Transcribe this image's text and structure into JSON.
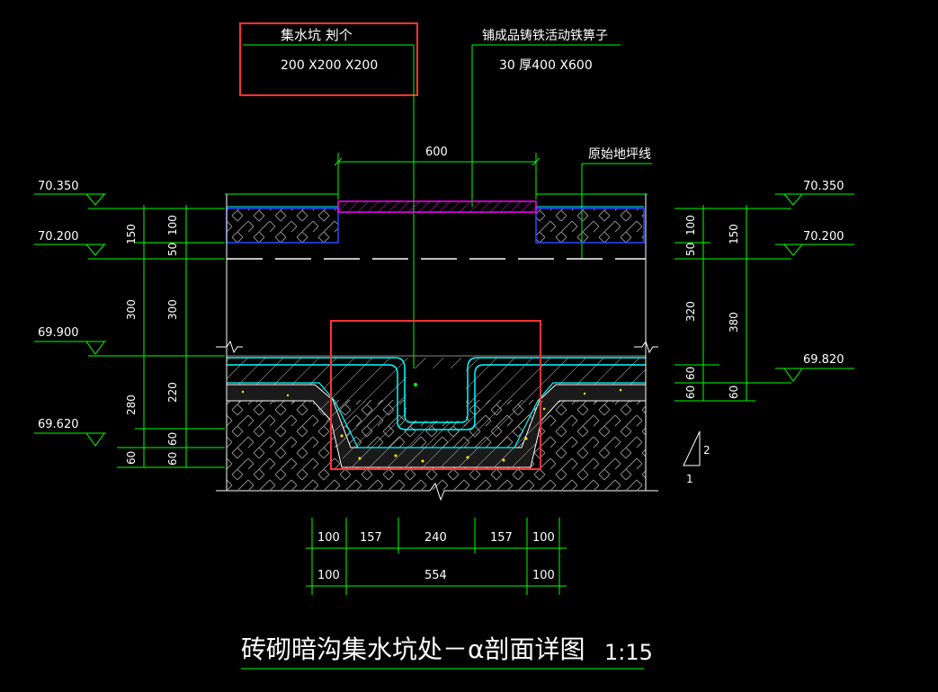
{
  "title": {
    "main": "砖砌暗沟集水坑处－α剖面详图",
    "scale": "1:15"
  },
  "notes": {
    "sump_label": "集水坑 刔个",
    "sump_size": "200 X200 X200",
    "grate_label": "铺成品铸铁活动铁箅子",
    "grate_size": "30 厚400 X600",
    "ground_line": "原始地坪线"
  },
  "dims": {
    "top_width": "600",
    "left_outer": [
      "150",
      "300",
      "280",
      "60"
    ],
    "left_inner": [
      "100",
      "50",
      "300",
      "220",
      "60",
      "60"
    ],
    "right_inner": [
      "100",
      "50",
      "320",
      "60",
      "60"
    ],
    "right_outer": [
      "150",
      "380",
      "60"
    ],
    "bottom_row1": [
      "100",
      "157",
      "240",
      "157",
      "100"
    ],
    "bottom_row2": [
      "100",
      "554",
      "100"
    ]
  },
  "elevations": {
    "left": [
      "70.350",
      "70.200",
      "69.900",
      "69.620"
    ],
    "right": [
      "70.350",
      "70.200",
      "69.820"
    ]
  },
  "slope": {
    "rise": "2",
    "run": "1"
  },
  "colors": {
    "background": "#000000",
    "dimension": "#00ff00",
    "text": "#ffffff",
    "concrete": "#00ffff",
    "brick": "#2a4bff",
    "grate": "#ff00ff",
    "highlight": "#ff3333",
    "gravel": "#ffff00"
  }
}
